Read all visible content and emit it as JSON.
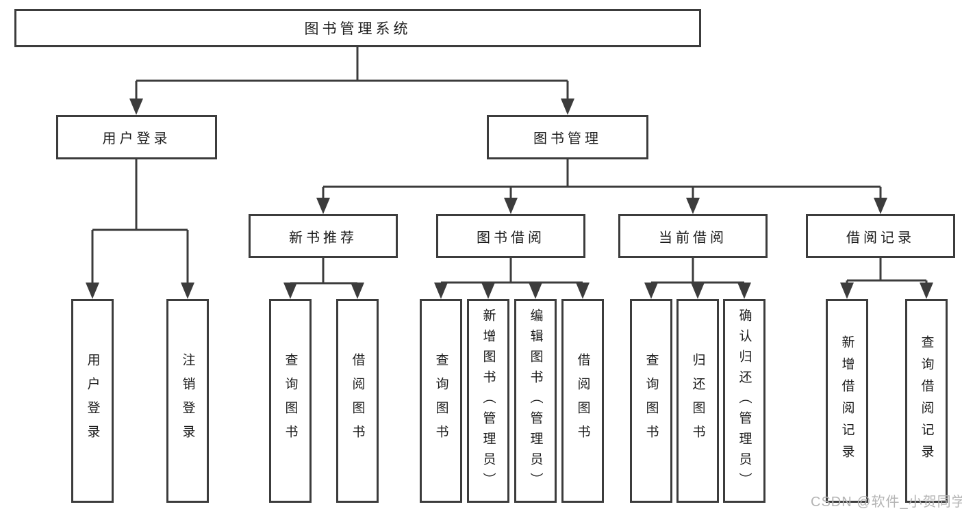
{
  "tree": {
    "label": "图书管理系统",
    "children": [
      {
        "label": "用户登录",
        "children": [
          {
            "label": "用户登录"
          },
          {
            "label": "注销登录"
          }
        ]
      },
      {
        "label": "图书管理",
        "children": [
          {
            "label": "新书推荐",
            "children": [
              {
                "label": "查询图书"
              },
              {
                "label": "借阅图书"
              }
            ]
          },
          {
            "label": "图书借阅",
            "children": [
              {
                "label": "查询图书"
              },
              {
                "label": "新增图书（管理员）"
              },
              {
                "label": "编辑图书（管理员）"
              },
              {
                "label": "借阅图书"
              }
            ]
          },
          {
            "label": "当前借阅",
            "children": [
              {
                "label": "查询图书"
              },
              {
                "label": "归还图书"
              },
              {
                "label": "确认归还（管理员）"
              }
            ]
          },
          {
            "label": "借阅记录",
            "children": [
              {
                "label": "新增借阅记录"
              },
              {
                "label": "查询借阅记录"
              }
            ]
          }
        ]
      }
    ]
  },
  "watermark": {
    "text": "CSDN @软件_小贺同学"
  },
  "colors": {
    "line": "#3c3c3c",
    "box_border": "#3c3c3c",
    "box_fill": "#ffffff",
    "text": "#1c1c1c",
    "watermark": "#b4b4b4",
    "background": "#ffffff"
  }
}
